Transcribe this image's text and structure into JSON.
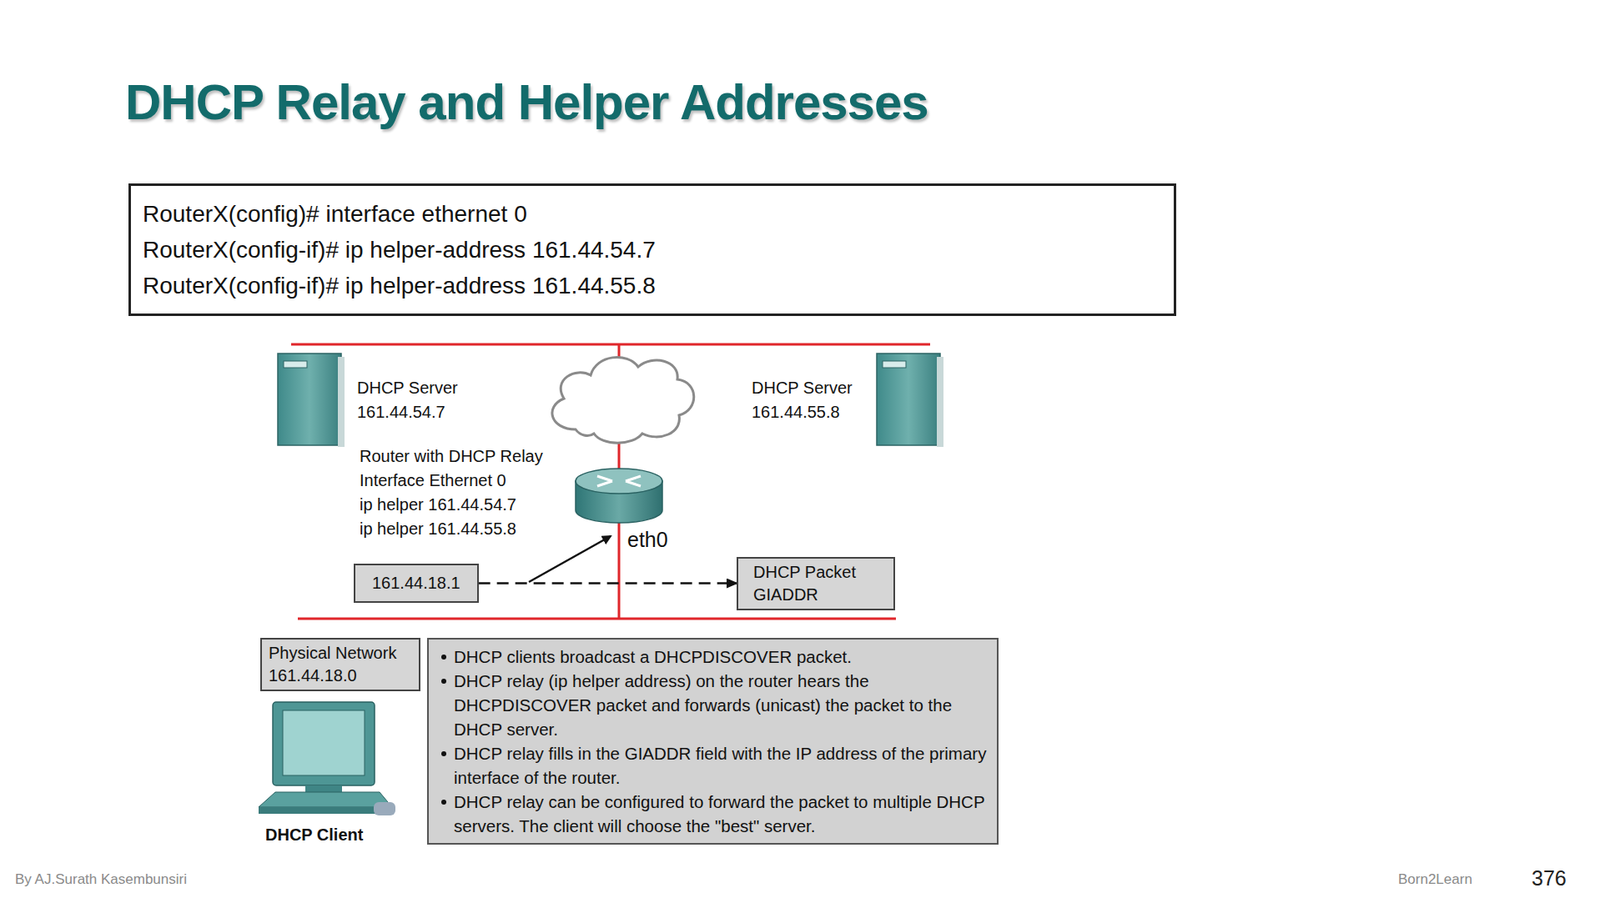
{
  "diagram": {
    "title": "DHCP Relay and Helper Addresses",
    "nodes": [
      {
        "text": [
          "RouterX(config)# interface ethernet 0",
          "RouterX(config-if)# ip helper-address 161.44.54.7",
          "RouterX(config-if)# ip helper-address 161.44.55.8"
        ]
      },
      {
        "text": [
          "161.44.18.1"
        ]
      },
      {
        "text": [
          "DHCP Packet GIADDR"
        ]
      },
      {
        "text": [
          "Physical Network 161.44.18.0"
        ]
      },
      {
        "text": [
          "DHCP clients broadcast a DHCPDISCOVER packet.",
          "DHCP relay (ip helper address) on the router hears the DHCPDISCOVER packet and forwards (unicast) the packet to the DHCP server.",
          "DHCP relay fills in the GIADDR field with the IP address of the primary interface of the router.",
          "DHCP relay can be configured to forward the packet to multiple DHCP servers. The client will choose the \"best\" server."
        ]
      }
    ],
    "edges": [
      {
        "from": 1,
        "to": 2,
        "arrow": "to"
      }
    ],
    "labels": [
      "DHCP Server",
      "161.44.54.7",
      "DHCP Server",
      "161.44.55.8",
      "Router with DHCP Relay",
      "Interface Ethernet 0",
      "ip helper 161.44.54.7",
      "ip helper 161.44.55.8",
      "eth0",
      "DHCP Client",
      "By AJ.Surath Kasembunsiri",
      "Born2Learn",
      "376"
    ]
  }
}
